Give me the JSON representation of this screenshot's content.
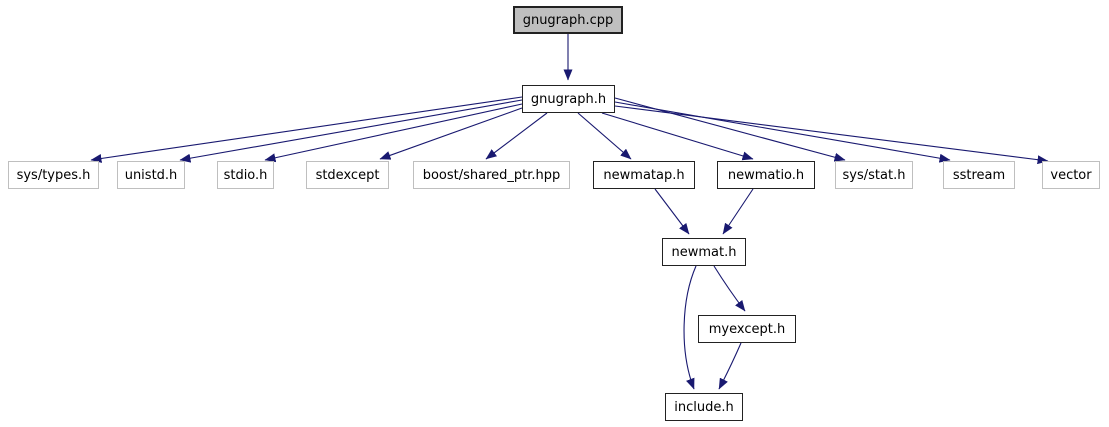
{
  "diagram": {
    "kind": "include-dependency-graph",
    "nodes": [
      {
        "id": "gnugraph_cpp",
        "label": "gnugraph.cpp",
        "type": "current"
      },
      {
        "id": "gnugraph_h",
        "label": "gnugraph.h",
        "type": "internal"
      },
      {
        "id": "sys_types_h",
        "label": "sys/types.h",
        "type": "external"
      },
      {
        "id": "unistd_h",
        "label": "unistd.h",
        "type": "external"
      },
      {
        "id": "stdio_h",
        "label": "stdio.h",
        "type": "external"
      },
      {
        "id": "stdexcept",
        "label": "stdexcept",
        "type": "external"
      },
      {
        "id": "boost_shared_ptr_hpp",
        "label": "boost/shared_ptr.hpp",
        "type": "external"
      },
      {
        "id": "newmatap_h",
        "label": "newmatap.h",
        "type": "internal"
      },
      {
        "id": "newmatio_h",
        "label": "newmatio.h",
        "type": "internal"
      },
      {
        "id": "sys_stat_h",
        "label": "sys/stat.h",
        "type": "external"
      },
      {
        "id": "sstream",
        "label": "sstream",
        "type": "external"
      },
      {
        "id": "vector",
        "label": "vector",
        "type": "external"
      },
      {
        "id": "newmat_h",
        "label": "newmat.h",
        "type": "internal"
      },
      {
        "id": "myexcept_h",
        "label": "myexcept.h",
        "type": "internal"
      },
      {
        "id": "include_h",
        "label": "include.h",
        "type": "internal"
      }
    ],
    "edges": [
      {
        "from": "gnugraph_cpp",
        "to": "gnugraph_h"
      },
      {
        "from": "gnugraph_h",
        "to": "sys_types_h"
      },
      {
        "from": "gnugraph_h",
        "to": "unistd_h"
      },
      {
        "from": "gnugraph_h",
        "to": "stdio_h"
      },
      {
        "from": "gnugraph_h",
        "to": "stdexcept"
      },
      {
        "from": "gnugraph_h",
        "to": "boost_shared_ptr_hpp"
      },
      {
        "from": "gnugraph_h",
        "to": "newmatap_h"
      },
      {
        "from": "gnugraph_h",
        "to": "newmatio_h"
      },
      {
        "from": "gnugraph_h",
        "to": "sys_stat_h"
      },
      {
        "from": "gnugraph_h",
        "to": "sstream"
      },
      {
        "from": "gnugraph_h",
        "to": "vector"
      },
      {
        "from": "newmatap_h",
        "to": "newmat_h"
      },
      {
        "from": "newmatio_h",
        "to": "newmat_h"
      },
      {
        "from": "newmat_h",
        "to": "myexcept_h"
      },
      {
        "from": "newmat_h",
        "to": "include_h"
      },
      {
        "from": "myexcept_h",
        "to": "include_h"
      }
    ],
    "colors": {
      "edge": "#191970",
      "current_fill": "#bfbfbf",
      "node_fill": "#ffffff",
      "internal_border": "#222222",
      "external_border": "#bfbfbf",
      "text": "#000000",
      "background": "#ffffff"
    }
  }
}
